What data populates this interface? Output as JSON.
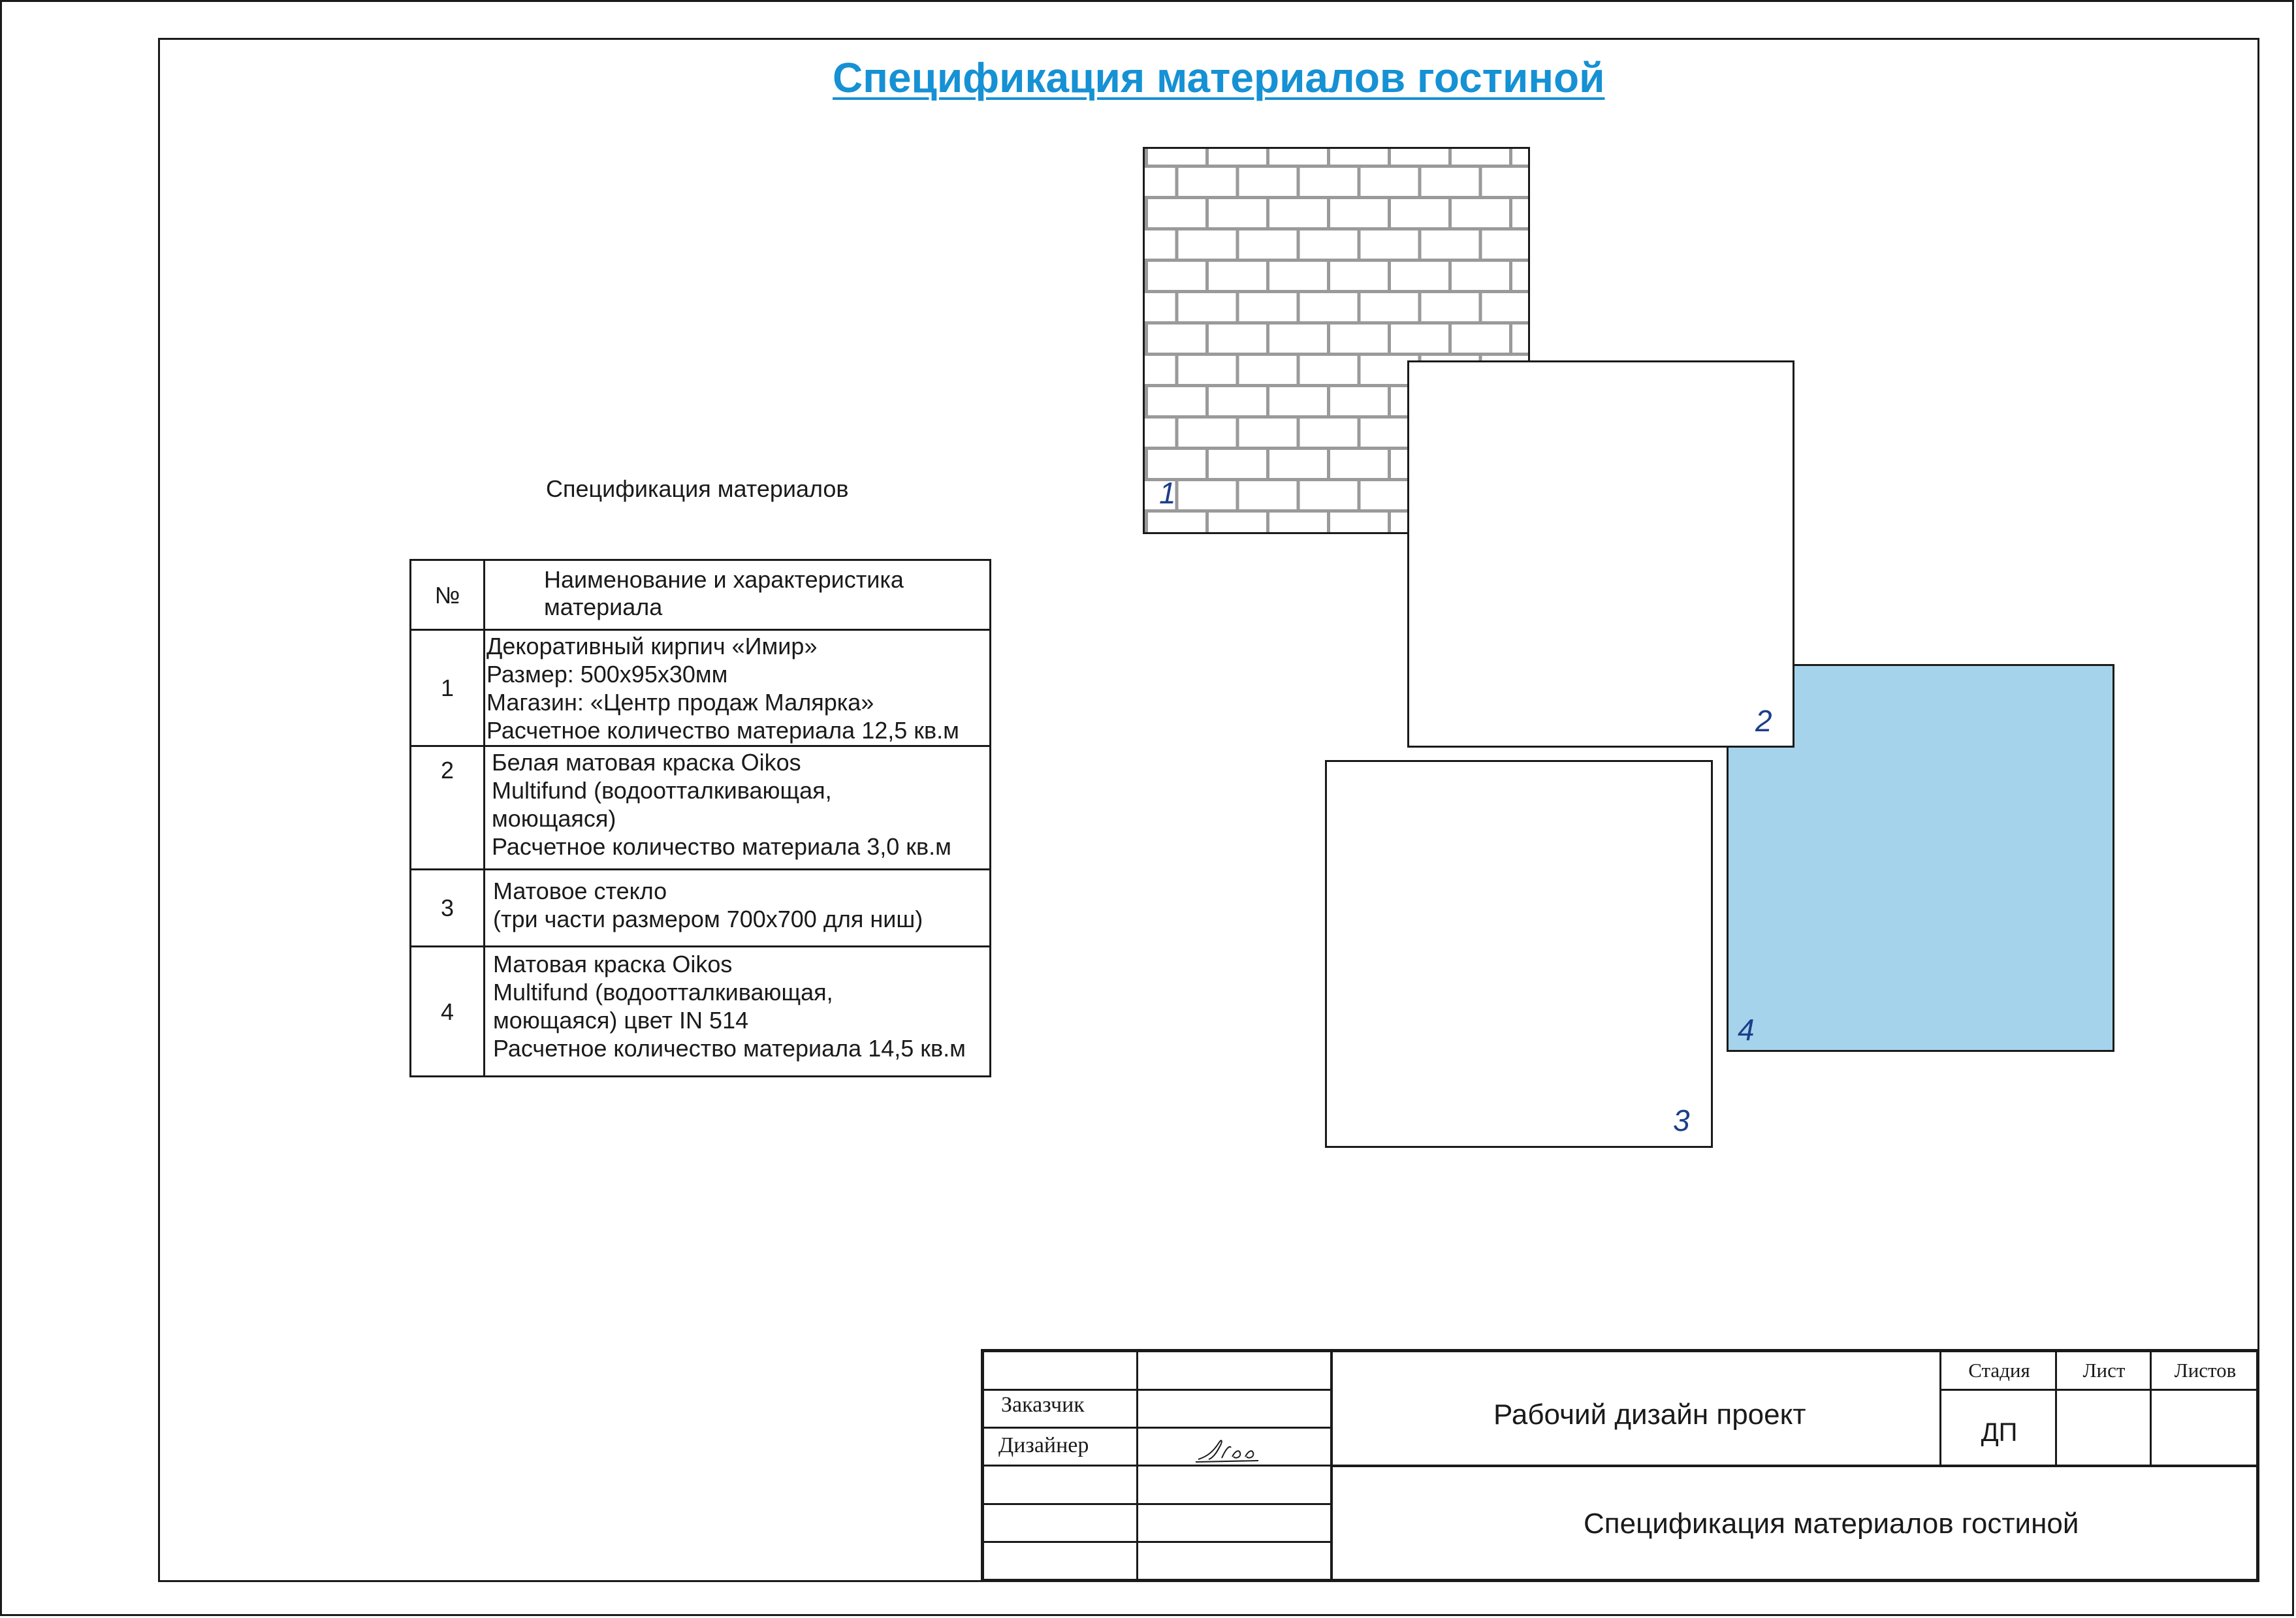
{
  "title": "Спецификация материалов гостиной",
  "table_caption": "Спецификация материалов",
  "table": {
    "header": {
      "num": "№",
      "desc_lines": [
        "Наименование и характеристика",
        "материала"
      ]
    },
    "rows": [
      {
        "num": "1",
        "lines": [
          "Декоративный кирпич «Имир»",
          "Размер: 500х95х30мм",
          "Магазин: «Центр продаж Малярка»",
          "Расчетное количество  материала 12,5 кв.м"
        ]
      },
      {
        "num": "2",
        "lines": [
          "Белая матовая краска Oikos",
          "Multifund (водоотталкивающая,",
          "моющаяся)",
          "Расчетное количество материала 3,0 кв.м"
        ]
      },
      {
        "num": "3",
        "lines": [
          "Матовое стекло",
          "(три части размером 700х700 для ниш)"
        ]
      },
      {
        "num": "4",
        "lines": [
          "Матовая краска Oikos",
          "Multifund (водоотталкивающая,",
          "моющаяся) цвет IN 514",
          "Расчетное количество материала 14,5 кв.м"
        ]
      }
    ]
  },
  "swatches": {
    "brick": {
      "label": "1",
      "pattern": "brick"
    },
    "white_paint": {
      "label": "2",
      "color": "#ffffff"
    },
    "glass": {
      "label": "3",
      "color": "#ffffff"
    },
    "blue_paint": {
      "label": "4",
      "color": "#a6d3ec"
    }
  },
  "stamp": {
    "customer_label": "Заказчик",
    "designer_label": "Дизайнер",
    "project_title": "Рабочий дизайн проект",
    "sheet_title": "Спецификация материалов гостиной",
    "stage_header": "Стадия",
    "sheet_header": "Лист",
    "sheets_header": "Листов",
    "stage_value": "ДП"
  },
  "colors": {
    "title": "#1591d4",
    "swatch_label": "#1c3f8a",
    "brick_mortar": "#9a9a9a"
  }
}
